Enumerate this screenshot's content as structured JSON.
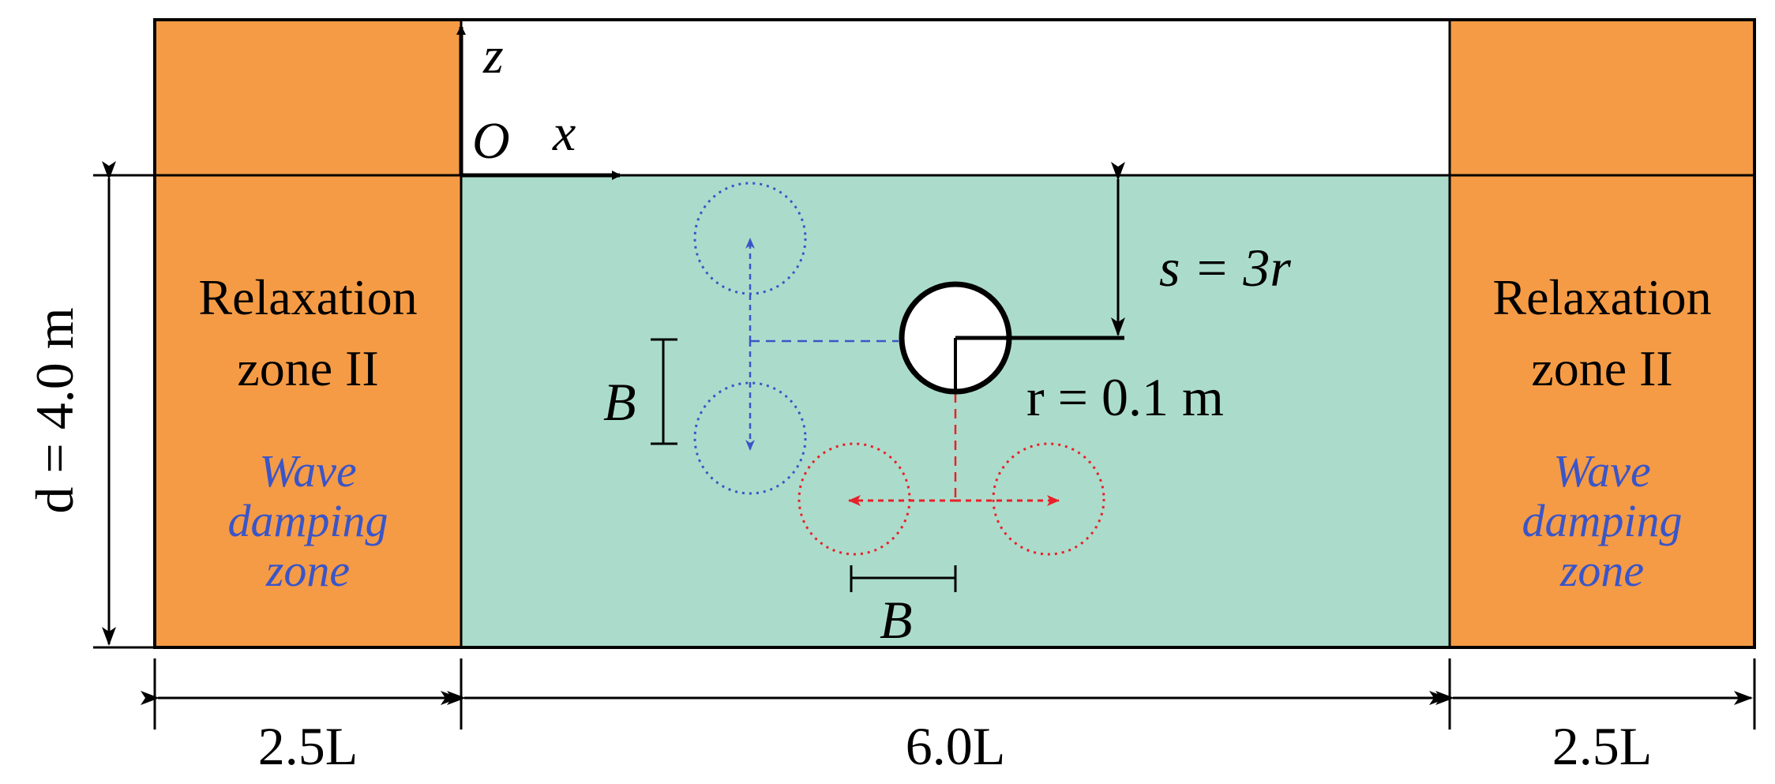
{
  "colors": {
    "relaxation_zone": "#F59B45",
    "fluid": "#ABDCCB",
    "air": "#FFFFFF",
    "outline": "#000000",
    "vertical_motion": "#3A55C8",
    "horizontal_motion": "#E8202A",
    "damping_text": "#3A55C8"
  },
  "axes": {
    "z_label": "z",
    "origin_label": "O",
    "x_label": "x"
  },
  "left_zone": {
    "title_line1": "Relaxation",
    "title_line2": "zone II",
    "damping_line1": "Wave",
    "damping_line2": "damping",
    "damping_line3": "zone"
  },
  "right_zone": {
    "title_line1": "Relaxation",
    "title_line2": "zone II",
    "damping_line1": "Wave",
    "damping_line2": "damping",
    "damping_line3": "zone"
  },
  "annotations": {
    "depth_label": "d = 4.0 m",
    "submergence_label": "s = 3r",
    "radius_label": "r = 0.1 m",
    "vertical_amplitude_label": "B",
    "horizontal_amplitude_label": "B"
  },
  "dimensions": {
    "left_length": "2.5L",
    "middle_length": "6.0L",
    "right_length": "2.5L"
  }
}
